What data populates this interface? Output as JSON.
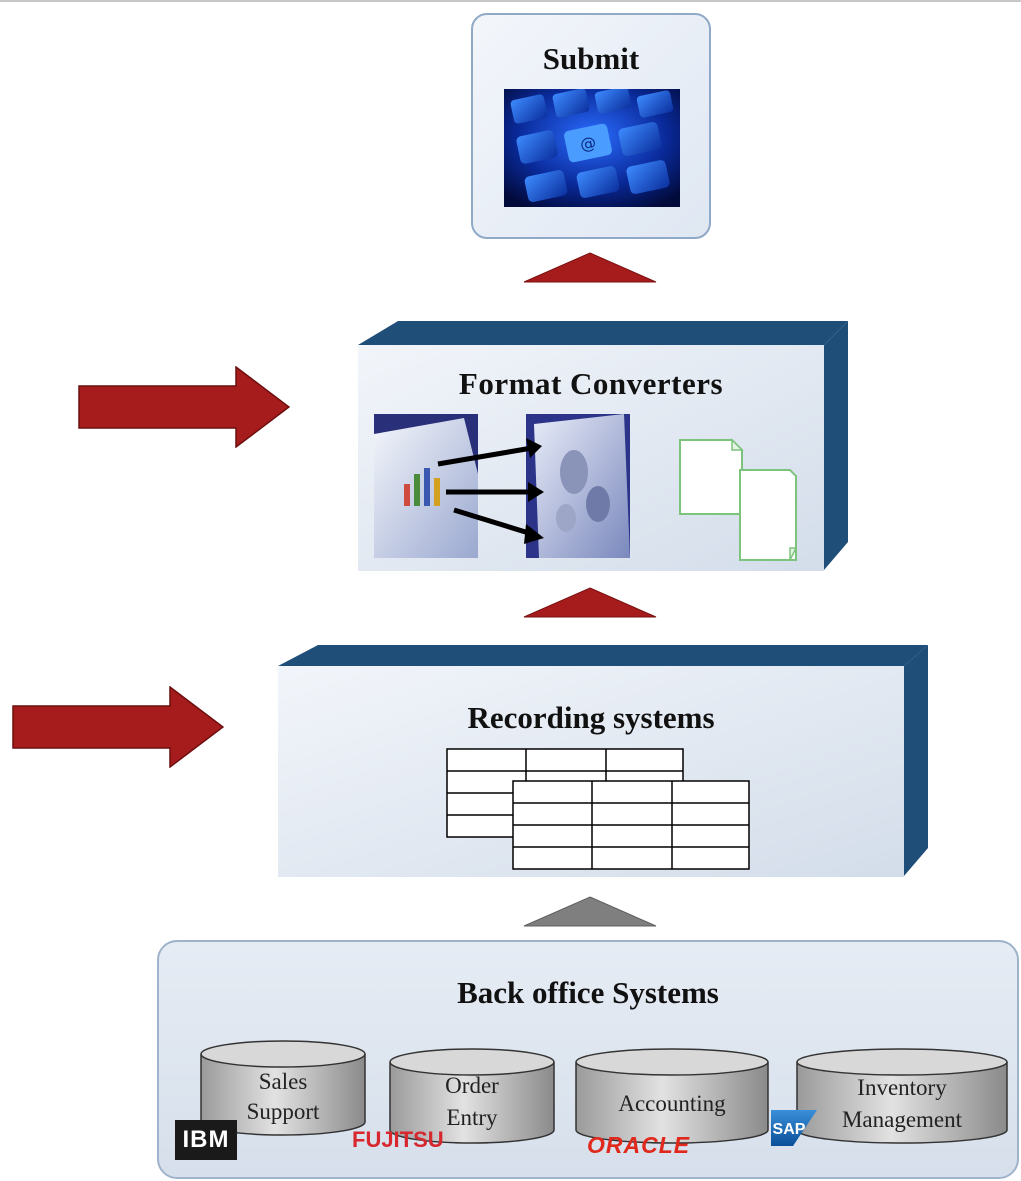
{
  "submit": {
    "title": "Submit",
    "image_icon": "keyboard-at-key-icon"
  },
  "format_converters": {
    "title": "Format  Converters",
    "image_icon": "chart-conversion-icon",
    "documents_icon": "blank-documents-icon"
  },
  "recording_systems": {
    "title": "Recording systems",
    "image_icon": "data-tables-icon"
  },
  "back_office": {
    "title": "Back office Systems",
    "databases": [
      {
        "line1": "Sales",
        "line2": "Support",
        "logo": "IBM"
      },
      {
        "line1": "Order",
        "line2": "Entry",
        "logo": "FUJITSU"
      },
      {
        "line1": "Accounting",
        "line2": "",
        "logo": "ORACLE"
      },
      {
        "line1": "Inventory",
        "line2": "Management",
        "logo": "SAP"
      }
    ]
  },
  "colors": {
    "arrow_red": "#a61c1c",
    "arrow_gray": "#7f7f7f",
    "box_side": "#1f4e79",
    "box_front": "#e4eaf2"
  }
}
